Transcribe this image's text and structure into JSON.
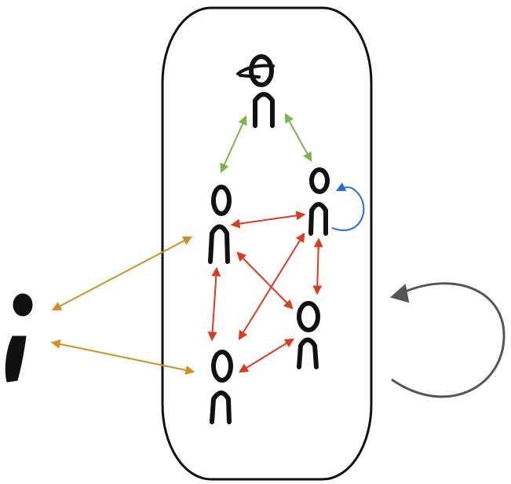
{
  "diagram": {
    "nodes": [
      {
        "id": "leader",
        "kind": "leader-figure",
        "group": "inside"
      },
      {
        "id": "member-mid-left",
        "kind": "figure",
        "group": "inside"
      },
      {
        "id": "member-mid-right",
        "kind": "figure",
        "group": "inside"
      },
      {
        "id": "member-low-right",
        "kind": "figure",
        "group": "inside"
      },
      {
        "id": "member-bottom-left",
        "kind": "figure",
        "group": "inside"
      },
      {
        "id": "outsider",
        "kind": "outsider-figure",
        "group": "outside"
      }
    ],
    "edges": [
      {
        "from": "leader",
        "to": "member-mid-left",
        "color": "#7ab648",
        "direction": "both"
      },
      {
        "from": "leader",
        "to": "member-mid-right",
        "color": "#7ab648",
        "direction": "both"
      },
      {
        "from": "member-mid-right",
        "to": "member-mid-right",
        "color": "#1f6fe0",
        "direction": "self-loop"
      },
      {
        "from": "member-mid-left",
        "to": "member-mid-right",
        "color": "#e03a1e",
        "direction": "both"
      },
      {
        "from": "member-mid-left",
        "to": "member-bottom-left",
        "color": "#e03a1e",
        "direction": "both"
      },
      {
        "from": "member-mid-left",
        "to": "member-low-right",
        "color": "#e03a1e",
        "direction": "both"
      },
      {
        "from": "member-mid-right",
        "to": "member-bottom-left",
        "color": "#e03a1e",
        "direction": "both"
      },
      {
        "from": "member-mid-right",
        "to": "member-low-right",
        "color": "#e03a1e",
        "direction": "both"
      },
      {
        "from": "member-low-right",
        "to": "member-bottom-left",
        "color": "#e03a1e",
        "direction": "both"
      },
      {
        "from": "outsider",
        "to": "member-mid-left",
        "color": "#d4901c",
        "direction": "both"
      },
      {
        "from": "outsider",
        "to": "member-bottom-left",
        "color": "#d4901c",
        "direction": "both"
      },
      {
        "from": "group",
        "to": "group",
        "color": "#555555",
        "direction": "self-loop"
      }
    ]
  }
}
